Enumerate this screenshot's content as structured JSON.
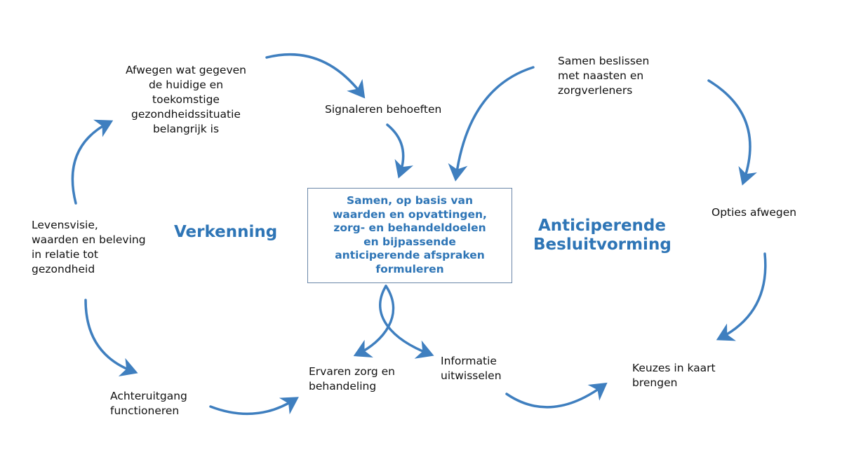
{
  "center": {
    "lines": [
      "Samen, op basis van",
      "waarden en opvattingen,",
      "zorg- en behandeldoelen",
      "en bijpassende",
      "anticiperende afspraken",
      "formuleren"
    ]
  },
  "phases": {
    "left": [
      "Verkenning"
    ],
    "right": [
      "Anticiperende",
      "Besluitvorming"
    ]
  },
  "steps": {
    "afwegen": [
      "Afwegen wat gegeven",
      "de huidige en",
      "toekomstige",
      "gezondheidssituatie",
      "belangrijk is"
    ],
    "signaleren": [
      "Signaleren behoeften"
    ],
    "samen_beslissen": [
      "Samen beslissen",
      "met naasten en",
      "zorgverleners"
    ],
    "opties": [
      "Opties afwegen"
    ],
    "keuzes": [
      "Keuzes in kaart",
      "brengen"
    ],
    "informatie": [
      "Informatie",
      "uitwisselen"
    ],
    "ervaren": [
      "Ervaren zorg en",
      "behandeling"
    ],
    "achteruitgang": [
      "Achteruitgang",
      "functioneren"
    ],
    "levensvisie": [
      "Levensvisie,",
      "waarden en beleving",
      "in relatie tot",
      "gezondheid"
    ]
  },
  "colors": {
    "accent": "#2e75b6",
    "arrow": "#3f7fbf"
  }
}
